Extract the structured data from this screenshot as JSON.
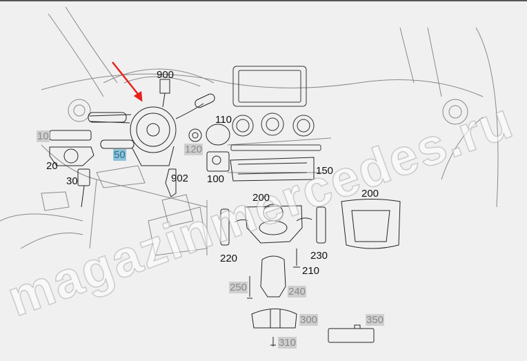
{
  "diagram": {
    "title": "Dashboard and center console components",
    "highlight_color": "#8cc3d9",
    "arrow_color": "#e8221b",
    "labels": {
      "p10": "10",
      "p20": "20",
      "p30": "30",
      "p50": "50",
      "p100": "100",
      "p110": "110",
      "p120": "120",
      "p150": "150",
      "p200a": "200",
      "p200b": "200",
      "p210": "210",
      "p220": "220",
      "p230": "230",
      "p240": "240",
      "p250": "250",
      "p300": "300",
      "p310": "310",
      "p350": "350",
      "p900": "900",
      "p902": "902"
    },
    "watermark": "magazinmercedes.ru"
  }
}
